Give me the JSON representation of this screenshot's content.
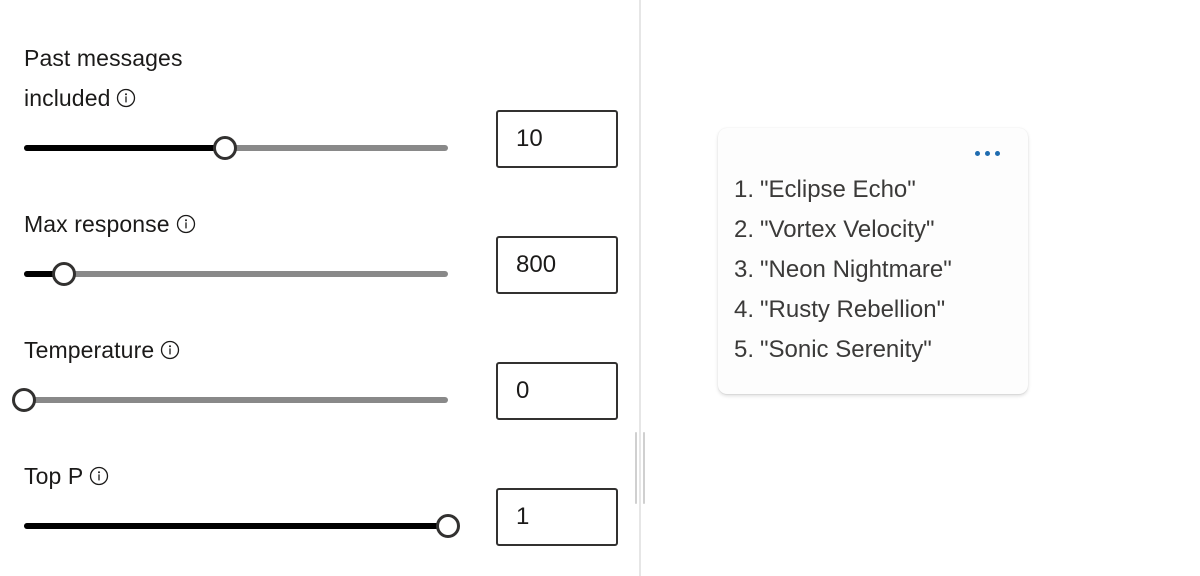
{
  "settings": {
    "parameters": [
      {
        "label": "Past messages included",
        "info_icon": "info-icon",
        "value": "10",
        "fill_percent": 47.4,
        "name": "past-messages-included"
      },
      {
        "label": "Max response",
        "info_icon": "info-icon",
        "value": "800",
        "fill_percent": 9.4,
        "name": "max-response"
      },
      {
        "label": "Temperature",
        "info_icon": "info-icon",
        "value": "0",
        "fill_percent": 0,
        "name": "temperature"
      },
      {
        "label": "Top P",
        "info_icon": "info-icon",
        "value": "1",
        "fill_percent": 100,
        "name": "top-p"
      }
    ]
  },
  "splitter": {
    "icon": "vertical-splitter-handle"
  },
  "chat": {
    "card": {
      "more_icon": "more-options-icon",
      "more_icon_color": "#1f6cb0",
      "items": [
        {
          "index": "1.",
          "text": "\"Eclipse Echo\""
        },
        {
          "index": "2.",
          "text": "\"Vortex Velocity\""
        },
        {
          "index": "3.",
          "text": "\"Neon Nightmare\""
        },
        {
          "index": "4.",
          "text": "\"Rusty Rebellion\""
        },
        {
          "index": "5.",
          "text": "\"Sonic Serenity\""
        }
      ]
    }
  },
  "colors": {
    "slider_fill": "#000000",
    "slider_rail": "#898989",
    "thumb_border": "#323130",
    "divider": "#e6e6e6",
    "text": "#1b1a19",
    "card_text": "#3b3a39"
  }
}
